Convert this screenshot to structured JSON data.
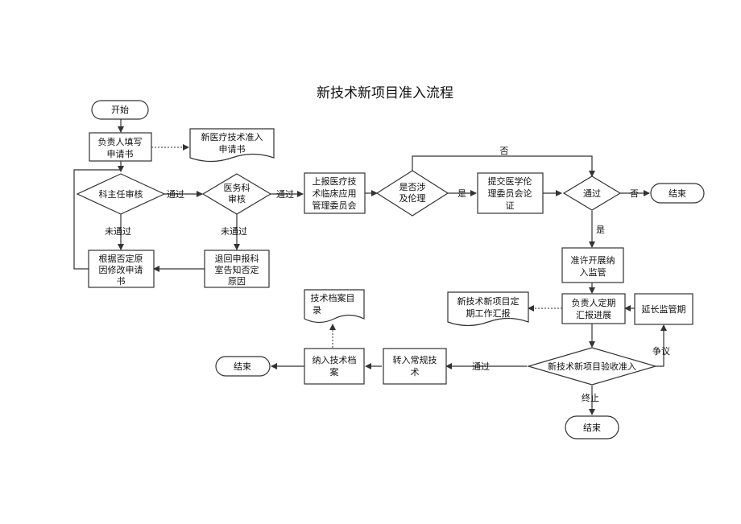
{
  "title": "新技术新项目准入流程",
  "nodes": {
    "start": "开始",
    "fill_form": [
      "负责人填写",
      "申请书"
    ],
    "doc_form": [
      "新医疗技术准入",
      "申请书"
    ],
    "director_review": "科主任审核",
    "medical_dept_review": [
      "医务科",
      "审核"
    ],
    "report_committee": [
      "上报医疗技",
      "术临床应用",
      "管理委员会"
    ],
    "ethics_check": [
      "是否涉",
      "及伦理"
    ],
    "ethics_committee": [
      "提交医学伦",
      "理委员会论",
      "证"
    ],
    "pass_check": "通过",
    "end1": "结束",
    "revise_form": [
      "根据否定原",
      "因修改申请",
      "书"
    ],
    "return_notice": [
      "退回申报科",
      "室告知否定",
      "原因"
    ],
    "allow_monitor": [
      "准许开展纳",
      "入监管"
    ],
    "periodic_report": [
      "负责人定期",
      "汇报进展"
    ],
    "report_doc": [
      "新技术新项目定",
      "期工作汇报"
    ],
    "extend_monitor": "延长监管期",
    "acceptance": "新技术新项目验收准入",
    "to_routine": [
      "转入常规技",
      "术"
    ],
    "archive": [
      "纳入技术档",
      "案"
    ],
    "archive_doc": [
      "技术档案目",
      "录"
    ],
    "end2": "结束",
    "end3": "结束"
  },
  "labels": {
    "pass1": "通过",
    "pass2": "通过",
    "fail1": "未通过",
    "fail2": "未通过",
    "no1": "否",
    "yes1": "是",
    "no2": "否",
    "yes2": "是",
    "dispute": "争议",
    "pass3": "通过",
    "terminate": "终止"
  }
}
